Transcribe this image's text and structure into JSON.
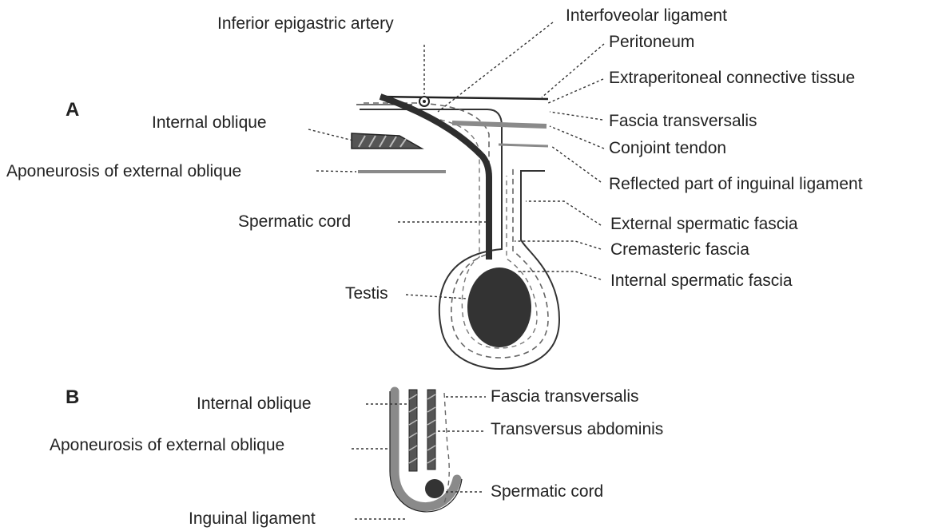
{
  "panels": {
    "a": {
      "letter": "A",
      "labels": {
        "inferior_epigastric_artery": "Inferior epigastric artery",
        "interfoveolar_ligament": "Interfoveolar ligament",
        "peritoneum": "Peritoneum",
        "extraperitoneal_connective_tissue": "Extraperitoneal connective tissue",
        "fascia_transversalis": "Fascia transversalis",
        "conjoint_tendon": "Conjoint tendon",
        "reflected_part_inguinal_ligament": "Reflected part of inguinal ligament",
        "external_spermatic_fascia": "External spermatic fascia",
        "cremasteric_fascia": "Cremasteric fascia",
        "internal_spermatic_fascia": "Internal spermatic fascia",
        "internal_oblique": "Internal oblique",
        "aponeurosis_external_oblique": "Aponeurosis of external oblique",
        "spermatic_cord": "Spermatic cord",
        "testis": "Testis"
      }
    },
    "b": {
      "letter": "B",
      "labels": {
        "internal_oblique": "Internal oblique",
        "aponeurosis_external_oblique": "Aponeurosis of external oblique",
        "inguinal_ligament": "Inguinal ligament",
        "fascia_transversalis": "Fascia transversalis",
        "transversus_abdominis": "Transversus abdominis",
        "spermatic_cord": "Spermatic cord"
      }
    }
  },
  "colors": {
    "dark_fill": "#3a3a3a",
    "gray_fill": "#8a8a8a",
    "line": "#333333"
  }
}
